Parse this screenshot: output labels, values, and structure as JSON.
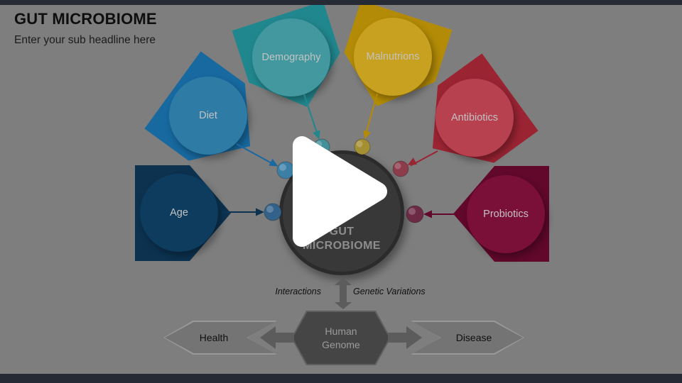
{
  "video_player": {
    "letterbox_color": "#252a34",
    "play_button_color": "#ffffff"
  },
  "slide": {
    "background_color": "#7e7e7e",
    "title": "GUT MICROBIOME",
    "subtitle": "Enter your sub headline here",
    "hub": {
      "label_line1": "GUT",
      "label_line2": "MICROBIOME",
      "fill": "#383838",
      "rim_color": "#2b2b2b",
      "text_color": "#8d8d8d"
    },
    "factors": [
      {
        "label": "Diet",
        "circle_color": "#2e7ba6",
        "shape_color": "#1769a0",
        "node_color": "#3c7fa6"
      },
      {
        "label": "Demography",
        "circle_color": "#42989e",
        "shape_color": "#21878e",
        "node_color": "#41909a"
      },
      {
        "label": "Malnutrions",
        "circle_color": "#c7a11f",
        "shape_color": "#b38b06",
        "node_color": "#a58f33"
      },
      {
        "label": "Antibiotics",
        "circle_color": "#b7414f",
        "shape_color": "#9b2433",
        "node_color": "#8c3c4a"
      },
      {
        "label": "Age",
        "circle_color": "#0d3c5f",
        "shape_color": "#0c3250",
        "node_color": "#32628a"
      },
      {
        "label": "Probiotics",
        "circle_color": "#7a1037",
        "shape_color": "#61082b",
        "node_color": "#6c2a45"
      }
    ],
    "flow": {
      "interactions_label": "Interactions",
      "genetic_variations_label": "Genetic Variations",
      "genome_line1": "Human",
      "genome_line2": "Genome",
      "health_label": "Health",
      "disease_label": "Disease",
      "arrow_color": "#5c5c5c",
      "genome_fill": "#454545",
      "genome_text_color": "#9b9b9b",
      "chevron_fill": "#747474",
      "chevron_border": "#989898"
    }
  }
}
